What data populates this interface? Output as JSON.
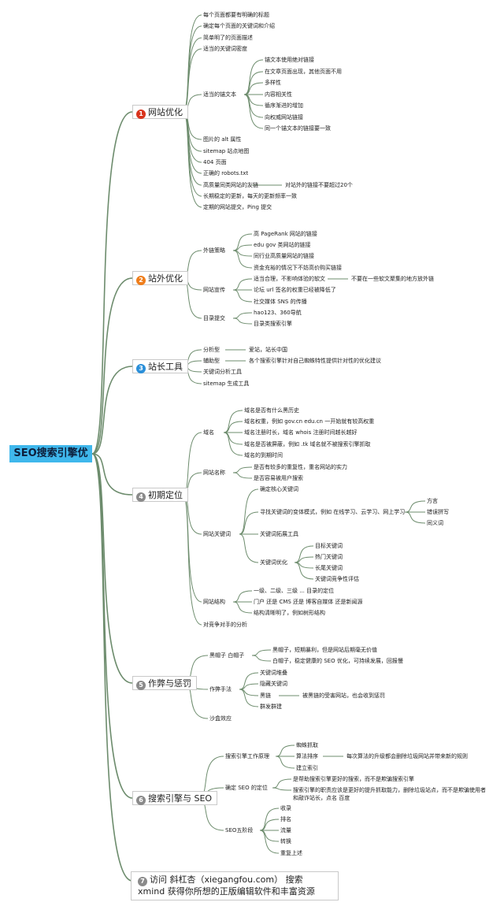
{
  "root": {
    "label": "SEO搜索引擎优"
  },
  "colors": {
    "branch": "#6d8c6d",
    "root_bg": "#3fb7ec",
    "badge_red": "#d9331c",
    "badge_orange": "#ef7d1a",
    "badge_blue": "#2a8fd9",
    "badge_gray": "#8a8a8a"
  },
  "branches": [
    {
      "label": "网站优化",
      "num": "1",
      "badge": "red",
      "children": [
        {
          "label": "每个页面都要有明确的标题"
        },
        {
          "label": "确定每个页面的关键词和介绍"
        },
        {
          "label": "简单明了的页面描述"
        },
        {
          "label": "适当的关键词密度"
        },
        {
          "label": "适当的锚文本",
          "children": [
            {
              "label": "锚文本使用绝对链接"
            },
            {
              "label": "在文章页面出现，其他页面不用"
            },
            {
              "label": "多样性"
            },
            {
              "label": "内容相关性"
            },
            {
              "label": "循序渐进的增加"
            },
            {
              "label": "向权威网站链接"
            },
            {
              "label": "同一个锚文本的链接要一致"
            }
          ]
        },
        {
          "label": "图片的 alt 属性"
        },
        {
          "label": "sitemap 站点地图"
        },
        {
          "label": "404 页面"
        },
        {
          "label": "正确的 robots.txt"
        },
        {
          "label": "高质量同类网站的友链",
          "children": [
            {
              "label": "对站外的链接不要超过20个"
            }
          ]
        },
        {
          "label": "长期稳定的更新，每天的更新频率一致"
        },
        {
          "label": "定期的网站提交，Ping 提交"
        }
      ]
    },
    {
      "label": "站外优化",
      "num": "2",
      "badge": "orange",
      "children": [
        {
          "label": "外链策略",
          "children": [
            {
              "label": "高 PageRank 网站的链接"
            },
            {
              "label": "edu gov 类网站的链接"
            },
            {
              "label": "同行业高质量网站的链接"
            },
            {
              "label": "资金充裕的情况下不妨高价购买链接"
            }
          ]
        },
        {
          "label": "网站宣传",
          "children": [
            {
              "label": "适当合理，不影响体验的软文",
              "children": [
                {
                  "label": "不要在一些软文聚集的地方放外链"
                }
              ]
            },
            {
              "label": "论坛 url 签名的权重已经被降低了"
            },
            {
              "label": "社交媒体 SNS 的传播"
            }
          ]
        },
        {
          "label": "目录提交",
          "children": [
            {
              "label": "hao123、360导航"
            },
            {
              "label": "目录类搜索引擎"
            }
          ]
        }
      ]
    },
    {
      "label": "站长工具",
      "num": "3",
      "badge": "blue",
      "children": [
        {
          "label": "分析型",
          "children": [
            {
              "label": "爱站，站长中国"
            }
          ]
        },
        {
          "label": "辅助型",
          "children": [
            {
              "label": "各个搜索引擎针对自己蜘蛛特性提供针对性的优化建议"
            }
          ]
        },
        {
          "label": "关键词分析工具"
        },
        {
          "label": "sitemap 生成工具"
        }
      ]
    },
    {
      "label": "初期定位",
      "num": "4",
      "badge": "gray",
      "children": [
        {
          "label": "域名",
          "children": [
            {
              "label": "域名是否有什么黑历史"
            },
            {
              "label": "域名权重，例如 gov.cn edu.cn 一开始就有较高权重"
            },
            {
              "label": "域名注册时长，域名 whois 注册时间越长越好"
            },
            {
              "label": "域名是否被屏蔽，例如 .tk 域名就不被搜索引擎抓取"
            },
            {
              "label": "域名的到期时间"
            }
          ]
        },
        {
          "label": "网站名称",
          "children": [
            {
              "label": "是否有较多的重复性，重名网站的实力"
            },
            {
              "label": "是否容易被用户搜索"
            }
          ]
        },
        {
          "label": "网站关键词",
          "children": [
            {
              "label": "确定核心关键词"
            },
            {
              "label": "寻找关键词的变体模式，例如 在线学习、云学习、网上学习",
              "children": [
                {
                  "label": "方言"
                },
                {
                  "label": "错误拼写"
                },
                {
                  "label": "同义词"
                }
              ]
            },
            {
              "label": "关键词拓展工具"
            },
            {
              "label": "关键词优化",
              "children": [
                {
                  "label": "目标关键词"
                },
                {
                  "label": "热门关键词"
                },
                {
                  "label": "长尾关键词"
                },
                {
                  "label": "关键词竞争性评估"
                }
              ]
            }
          ]
        },
        {
          "label": "网站结构",
          "children": [
            {
              "label": "一级、二级、三级 ... 目录的定位"
            },
            {
              "label": "门户 还是 CMS 还是 博客自媒体 还是新闻源"
            },
            {
              "label": "结构清晰明了，例如树形结构"
            }
          ]
        },
        {
          "label": "对竞争对手的分析"
        }
      ]
    },
    {
      "label": "作弊与惩罚",
      "num": "5",
      "badge": "gray",
      "children": [
        {
          "label": "黑帽子 白帽子",
          "children": [
            {
              "label": "黑帽子，短期暴利，但是网站后期毫无价值"
            },
            {
              "label": "白帽子，稳定健康的 SEO 优化，可持续发展，回报慢"
            }
          ]
        },
        {
          "label": "作弊手法",
          "children": [
            {
              "label": "关键词堆叠"
            },
            {
              "label": "隐藏关键词"
            },
            {
              "label": "黑链",
              "children": [
                {
                  "label": "被黑链的受害网站，也会收到惩罚"
                }
              ]
            },
            {
              "label": "群发群建"
            }
          ]
        },
        {
          "label": "沙盒效应"
        }
      ]
    },
    {
      "label": "搜索引擎与 SEO",
      "num": "6",
      "badge": "gray",
      "children": [
        {
          "label": "搜索引擎工作原理",
          "children": [
            {
              "label": "蜘蛛抓取"
            },
            {
              "label": "算法排序",
              "children": [
                {
                  "label": "每次算法的升级都会删除垃圾网站并带来新的规则"
                }
              ]
            },
            {
              "label": "建立索引"
            }
          ]
        },
        {
          "label": "确定 SEO 的定位",
          "children": [
            {
              "label": "是帮助搜索引擎更好的搜索，而不是欺骗搜索引擎"
            },
            {
              "label": "搜索引擎的职责应该是更好的提升抓取能力，删除垃圾站点，而不是欺骗使用者和敲诈站长，点名 百度"
            }
          ]
        },
        {
          "label": "SEO五阶段",
          "children": [
            {
              "label": "收录"
            },
            {
              "label": "排名"
            },
            {
              "label": "流量"
            },
            {
              "label": "转换"
            },
            {
              "label": "重复上述"
            }
          ]
        }
      ]
    },
    {
      "label": "访问 斜杠杏（xiegangfou.com） 搜索 xmind 获得你所想的正版编辑软件和丰富资源",
      "num": "7",
      "badge": "gray",
      "children": []
    }
  ]
}
